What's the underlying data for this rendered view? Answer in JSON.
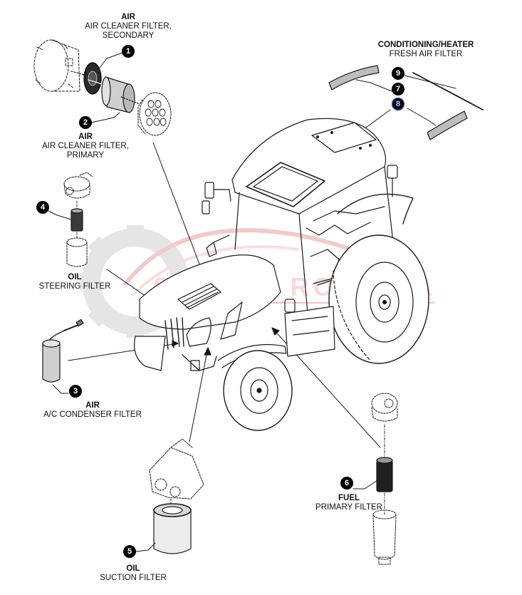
{
  "diagram": {
    "title": "Tractor filter locations",
    "watermark": {
      "brand": "STREFA ROLNIKA",
      "color": "#e07a7a",
      "gear_color": "#d9d9d9"
    },
    "callouts": [
      {
        "number": "1",
        "category": "AIR",
        "description_line1": "AIR CLEANER FILTER,",
        "description_line2": "SECONDARY"
      },
      {
        "number": "2",
        "category": "AIR",
        "description_line1": "AIR CLEANER FILTER,",
        "description_line2": "PRIMARY"
      },
      {
        "number": "3",
        "category": "AIR",
        "description_line1": "A/C CONDENSER FILTER",
        "description_line2": ""
      },
      {
        "number": "4",
        "category": "OIL",
        "description_line1": "STEERING FILTER",
        "description_line2": ""
      },
      {
        "number": "5",
        "category": "OIL",
        "description_line1": "SUCTION FILTER",
        "description_line2": ""
      },
      {
        "number": "6",
        "category": "FUEL",
        "description_line1": "PRIMARY FILTER",
        "description_line2": ""
      },
      {
        "number": "7",
        "category": "CONDITIONING/HEATER",
        "description_line1": "FRESH AIR FILTER",
        "description_line2": ""
      },
      {
        "number": "8",
        "category": "CONDITIONING/HEATER",
        "description_line1": "FRESH AIR FILTER",
        "description_line2": ""
      },
      {
        "number": "9",
        "category": "CONDITIONING/HEATER",
        "description_line1": "FRESH AIR FILTER",
        "description_line2": ""
      }
    ],
    "labels": {
      "air_secondary": {
        "category": "AIR",
        "line1": "AIR CLEANER FILTER,",
        "line2": "SECONDARY"
      },
      "air_primary": {
        "category": "AIR",
        "line1": "AIR CLEANER FILTER,",
        "line2": "PRIMARY"
      },
      "oil_steering": {
        "category": "OIL",
        "line1": "STEERING FILTER"
      },
      "air_condenser": {
        "category": "AIR",
        "line1": "A/C CONDENSER FILTER"
      },
      "oil_suction": {
        "category": "OIL",
        "line1": "SUCTION FILTER"
      },
      "fuel_primary": {
        "category": "FUEL",
        "line1": "PRIMARY FILTER"
      },
      "cab_fresh_air": {
        "category": "CONDITIONING/HEATER",
        "line1": "FRESH AIR FILTER"
      }
    },
    "highlighted_callout": "8"
  }
}
